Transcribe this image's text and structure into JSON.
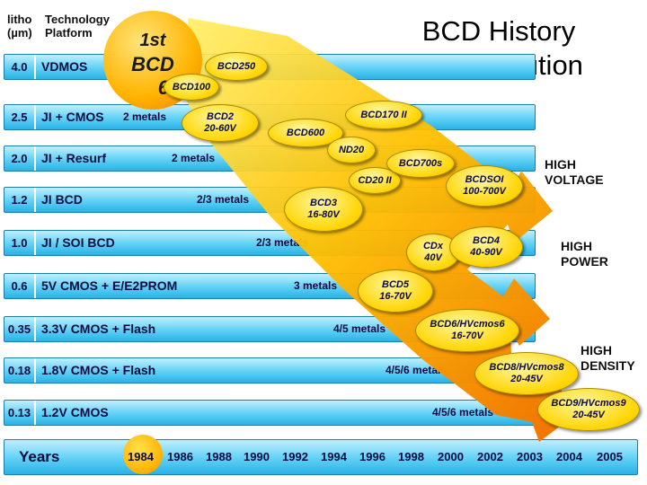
{
  "header": {
    "litho": [
      "litho",
      "(µm)"
    ],
    "tech": [
      "Technology",
      "Platform"
    ]
  },
  "title": [
    "BCD History",
    "and Evolution"
  ],
  "badge": {
    "line1": "1st",
    "line2": "BCD",
    "line3": "60"
  },
  "rows": [
    {
      "litho": "4.0",
      "tech": "VDMOS",
      "metal": ""
    },
    {
      "litho": "2.5",
      "tech": "JI + CMOS",
      "metal": "2 metals"
    },
    {
      "litho": "2.0",
      "tech": "JI + Resurf",
      "metal": "2 metals"
    },
    {
      "litho": "1.2",
      "tech": "JI BCD",
      "metal": "2/3 metals"
    },
    {
      "litho": "1.0",
      "tech": "JI / SOI BCD",
      "metal": "2/3 metals"
    },
    {
      "litho": "0.6",
      "tech": "5V CMOS + E/E2PROM",
      "metal": "3 metals"
    },
    {
      "litho": "0.35",
      "tech": "3.3V CMOS + Flash",
      "metal": "4/5 metals"
    },
    {
      "litho": "0.18",
      "tech": "1.8V CMOS + Flash",
      "metal": "4/5/6 metals"
    },
    {
      "litho": "0.13",
      "tech": "1.2V CMOS",
      "metal": "4/5/6 metals"
    }
  ],
  "years_label": "Years",
  "years": [
    "1984",
    "1986",
    "1988",
    "1990",
    "1992",
    "1994",
    "1996",
    "1998",
    "2000",
    "2002",
    "2003",
    "2004",
    "2005"
  ],
  "ovals": [
    {
      "line1": "BCD250",
      "line2": ""
    },
    {
      "line1": "BCD100",
      "line2": ""
    },
    {
      "line1": "BCD2",
      "line2": "20-60V"
    },
    {
      "line1": "BCD600",
      "line2": ""
    },
    {
      "line1": "BCD170 II",
      "line2": ""
    },
    {
      "line1": "ND20",
      "line2": ""
    },
    {
      "line1": "CD20 II",
      "line2": ""
    },
    {
      "line1": "BCD700s",
      "line2": ""
    },
    {
      "line1": "BCDSOI",
      "line2": "100-700V"
    },
    {
      "line1": "BCD3",
      "line2": "16-80V"
    },
    {
      "line1": "CDx",
      "line2": "40V"
    },
    {
      "line1": "BCD4",
      "line2": "40-90V"
    },
    {
      "line1": "BCD5",
      "line2": "16-70V"
    },
    {
      "line1": "BCD6/HVcmos6",
      "line2": "16-70V"
    },
    {
      "line1": "BCD8/HVcmos8",
      "line2": "20-45V"
    },
    {
      "line1": "BCD9/HVcmos9",
      "line2": "20-45V"
    }
  ],
  "arrow_labels": {
    "high_voltage": [
      "HIGH",
      "VOLTAGE"
    ],
    "high_power": [
      "HIGH",
      "POWER"
    ],
    "high_density": [
      "HIGH",
      "DENSITY"
    ]
  },
  "colors": {
    "row": "#5fd0f5",
    "arrow_start": "#ffe600",
    "arrow_end": "#f07a00",
    "oval": "#ffd400"
  }
}
